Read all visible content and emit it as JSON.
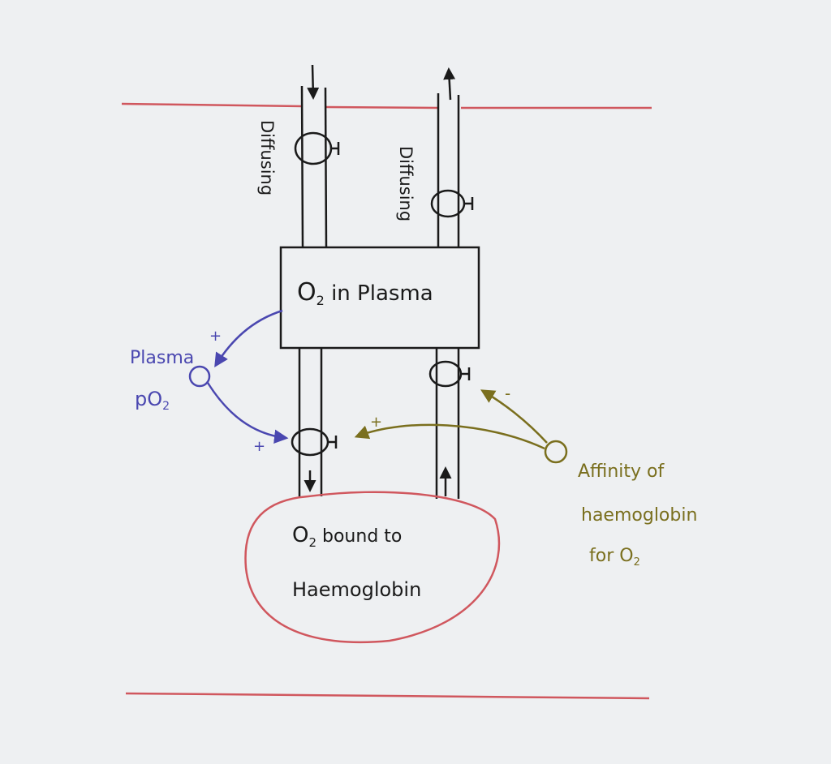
{
  "stocks": {
    "plasma": {
      "label_main": "O",
      "label_sub": "2",
      "label_rest": " in Plasma"
    },
    "haemoglobin": {
      "line1_main": "O",
      "line1_sub": "2",
      "line1_rest": " bound to",
      "line2": "Haemoglobin"
    }
  },
  "flows": {
    "inflow_label": "Diffusing",
    "outflow_label": "Diffusing"
  },
  "variables": {
    "plasma_po2": {
      "line1": "Plasma",
      "line2_main": "pO",
      "line2_sub": "2"
    },
    "affinity": {
      "line1": "Affinity of",
      "line2": "haemoglobin",
      "line3_main": "for O",
      "line3_sub": "2"
    }
  },
  "links": {
    "plasma_to_po2_sign": "+",
    "po2_to_binding_sign": "+",
    "affinity_to_binding_sign": "+",
    "affinity_to_release_sign": "-"
  },
  "colors": {
    "background": "#eef0f2",
    "ink": "#1a1a1a",
    "boundary": "#d0575e",
    "blue": "#4a47b0",
    "olive": "#7a6f1e"
  }
}
